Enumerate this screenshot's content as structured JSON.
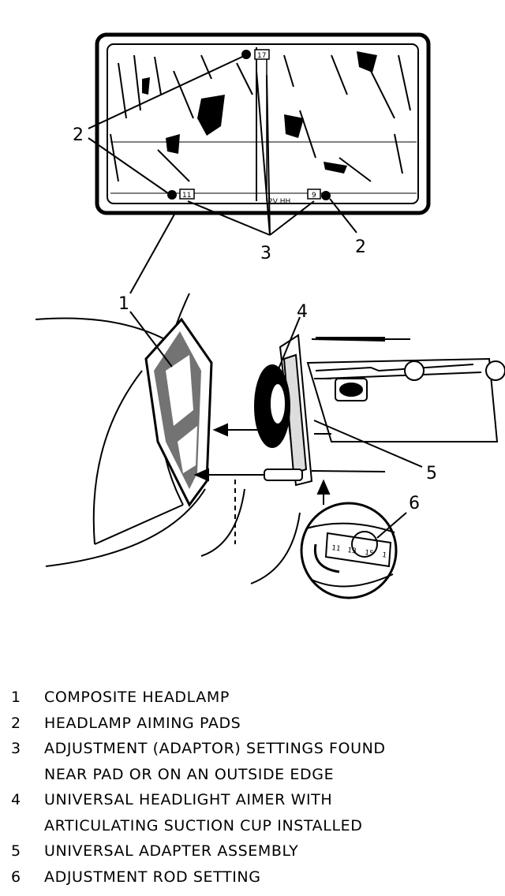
{
  "callouts": {
    "c1": "1",
    "c2a": "2",
    "c2b": "2",
    "c3": "3",
    "c4": "4",
    "c5": "5",
    "c6": "6"
  },
  "pad_labels": {
    "top": "17",
    "left": "11",
    "right": "9",
    "mid": "2V HH"
  },
  "rod_scale": [
    "11",
    "13",
    "15",
    "1"
  ],
  "legend": [
    {
      "num": "1",
      "lines": [
        "COMPOSITE HEADLAMP"
      ]
    },
    {
      "num": "2",
      "lines": [
        "HEADLAMP AIMING PADS"
      ]
    },
    {
      "num": "3",
      "lines": [
        "ADJUSTMENT (ADAPTOR) SETTINGS FOUND",
        "NEAR PAD OR ON AN OUTSIDE EDGE"
      ]
    },
    {
      "num": "4",
      "lines": [
        "UNIVERSAL HEADLIGHT AIMER WITH",
        "ARTICULATING SUCTION CUP INSTALLED"
      ]
    },
    {
      "num": "5",
      "lines": [
        "UNIVERSAL ADAPTER ASSEMBLY"
      ]
    },
    {
      "num": "6",
      "lines": [
        "ADJUSTMENT ROD SETTING"
      ]
    }
  ]
}
